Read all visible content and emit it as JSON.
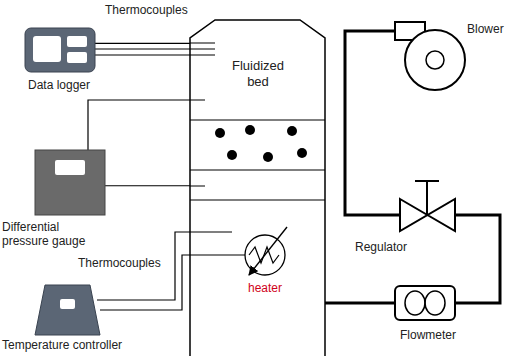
{
  "diagram": {
    "nodes": [
      {
        "text": [
          "Data logger"
        ]
      },
      {
        "text": [
          "Fluidized bed"
        ]
      },
      {
        "text": [
          "Differential pressure gauge"
        ]
      },
      {
        "text": [
          "heater"
        ],
        "in": 1
      },
      {
        "text": [
          "Temperature controller"
        ]
      },
      {
        "text": [
          "Blower"
        ]
      },
      {
        "text": [
          "Regulator"
        ]
      },
      {
        "text": [
          "Flowmeter"
        ]
      }
    ],
    "edges": [
      {
        "from": 0,
        "to": 1,
        "arrow": "none"
      },
      {
        "from": 2,
        "to": 1,
        "arrow": "none"
      },
      {
        "from": 4,
        "to": 1,
        "arrow": "none"
      },
      {
        "from": 4,
        "to": 3,
        "arrow": "none"
      },
      {
        "from": 5,
        "to": 6,
        "arrow": "none"
      },
      {
        "from": 6,
        "to": 7,
        "arrow": "none"
      },
      {
        "from": 7,
        "to": 1,
        "arrow": "none"
      }
    ],
    "labels": [
      "Thermocouples",
      "Thermocouples"
    ]
  }
}
